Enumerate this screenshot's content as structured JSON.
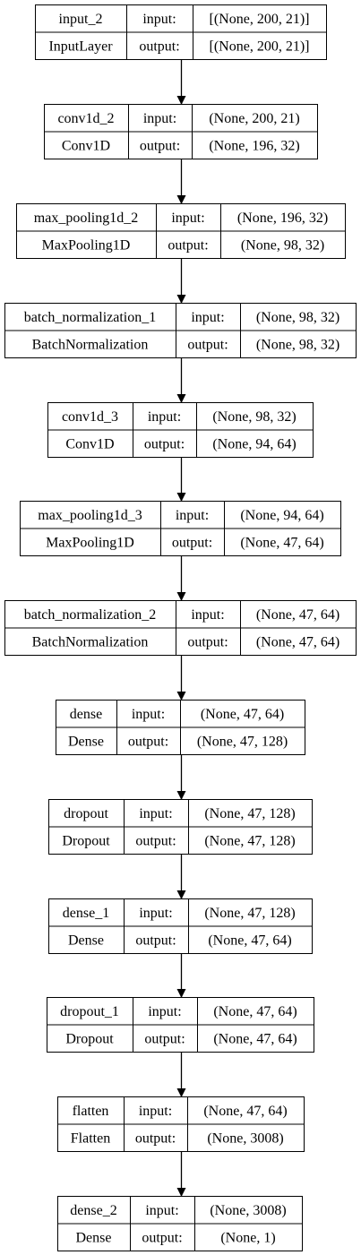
{
  "layers": [
    {
      "name": "input_2",
      "type": "InputLayer",
      "input_label": "input:",
      "output_label": "output:",
      "input": "[(None, 200, 21)]",
      "output": "[(None, 200, 21)]"
    },
    {
      "name": "conv1d_2",
      "type": "Conv1D",
      "input_label": "input:",
      "output_label": "output:",
      "input": "(None, 200, 21)",
      "output": "(None, 196, 32)"
    },
    {
      "name": "max_pooling1d_2",
      "type": "MaxPooling1D",
      "input_label": "input:",
      "output_label": "output:",
      "input": "(None, 196, 32)",
      "output": "(None, 98, 32)"
    },
    {
      "name": "batch_normalization_1",
      "type": "BatchNormalization",
      "input_label": "input:",
      "output_label": "output:",
      "input": "(None, 98, 32)",
      "output": "(None, 98, 32)"
    },
    {
      "name": "conv1d_3",
      "type": "Conv1D",
      "input_label": "input:",
      "output_label": "output:",
      "input": "(None, 98, 32)",
      "output": "(None, 94, 64)"
    },
    {
      "name": "max_pooling1d_3",
      "type": "MaxPooling1D",
      "input_label": "input:",
      "output_label": "output:",
      "input": "(None, 94, 64)",
      "output": "(None, 47, 64)"
    },
    {
      "name": "batch_normalization_2",
      "type": "BatchNormalization",
      "input_label": "input:",
      "output_label": "output:",
      "input": "(None, 47, 64)",
      "output": "(None, 47, 64)"
    },
    {
      "name": "dense",
      "type": "Dense",
      "input_label": "input:",
      "output_label": "output:",
      "input": "(None, 47, 64)",
      "output": "(None, 47, 128)"
    },
    {
      "name": "dropout",
      "type": "Dropout",
      "input_label": "input:",
      "output_label": "output:",
      "input": "(None, 47, 128)",
      "output": "(None, 47, 128)"
    },
    {
      "name": "dense_1",
      "type": "Dense",
      "input_label": "input:",
      "output_label": "output:",
      "input": "(None, 47, 128)",
      "output": "(None, 47, 64)"
    },
    {
      "name": "dropout_1",
      "type": "Dropout",
      "input_label": "input:",
      "output_label": "output:",
      "input": "(None, 47, 64)",
      "output": "(None, 47, 64)"
    },
    {
      "name": "flatten",
      "type": "Flatten",
      "input_label": "input:",
      "output_label": "output:",
      "input": "(None, 47, 64)",
      "output": "(None, 3008)"
    },
    {
      "name": "dense_2",
      "type": "Dense",
      "input_label": "input:",
      "output_label": "output:",
      "input": "(None, 3008)",
      "output": "(None, 1)"
    }
  ],
  "colors": {
    "stroke": "#000000",
    "text": "#000000",
    "background": "#ffffff"
  }
}
